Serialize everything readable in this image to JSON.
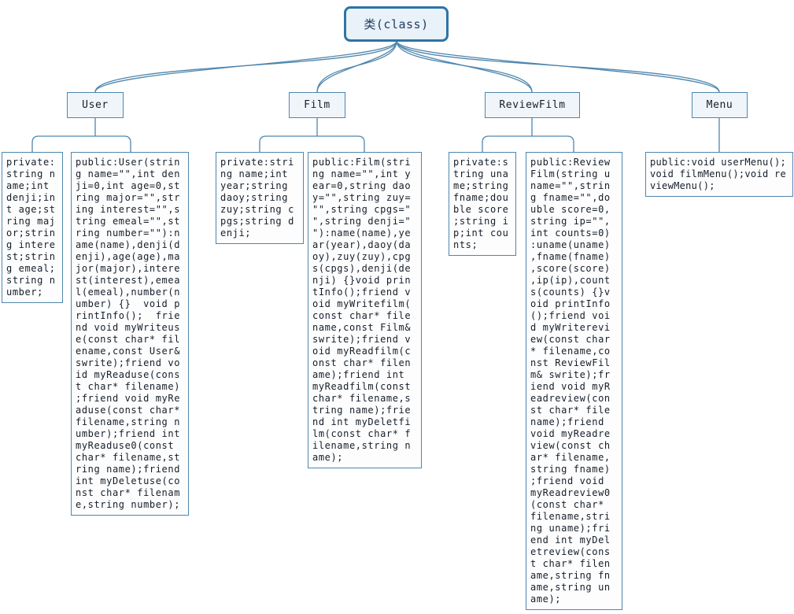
{
  "root": {
    "label": "类(class)"
  },
  "classes": [
    {
      "name": "User",
      "private": "private:\nstring n\name;int\ndenji;in\nt age;st\nring maj\nor;strin\ng intere\nst;strin\ng emeal;\nstring n\number;",
      "public": "public:User(strin\ng name=\"\",int den\nji=0,int age=0,st\nring major=\"\",str\ning interest=\"\",s\ntring emeal=\"\",st\nring number=\"\"):n\name(name),denji(d\nenji),age(age),ma\njor(major),intere\nst(interest),emea\nl(emeal),number(n\number) {}  void p\nrintInfo();  frie\nnd void myWriteus\ne(const char* fil\nename,const User&\nswrite);friend vo\nid myReaduse(cons\nt char* filename)\n;friend void myRe\naduse(const char*\nfilename,string n\number);friend int\nmyReaduse0(const\nchar* filename,st\nring name);friend\nint myDeletuse(co\nnst char* filenam\ne,string number);"
    },
    {
      "name": "Film",
      "private": "private:stri\nng name;int\nyear;string\ndaoy;string\nzuy;string c\npgs;string d\nenji;",
      "public": "public:Film(stri\nng name=\"\",int y\near=0,string dao\ny=\"\",string zuy=\n\"\",string cpgs=\"\n\",string denji=\"\n\"):name(name),ye\nar(year),daoy(da\noy),zuy(zuy),cpg\ns(cpgs),denji(de\nnji) {}void prin\ntInfo();friend v\noid myWritefilm(\nconst char* file\nname,const Film&\nswrite);friend v\noid myReadfilm(c\nonst char* filen\name);friend int\nmyReadfilm(const\nchar* filename,s\ntring name);frie\nnd int myDeletfi\nlm(const char* f\nilename,string n\name);"
    },
    {
      "name": "ReviewFilm",
      "private": "private:s\ntring una\nme;string\nfname;dou\nble score\n;string i\np;int cou\nnts;",
      "public": "public:Review\nFilm(string u\nname=\"\",strin\ng fname=\"\",do\nuble score=0,\nstring ip=\"\",\nint counts=0)\n:uname(uname)\n,fname(fname)\n,score(score)\n,ip(ip),count\ns(counts) {}v\noid printInfo\n();friend voi\nd myWriterevi\new(const char\n* filename,co\nnst ReviewFil\nm& swrite);fr\niend void myR\neadreview(con\nst char* file\nname);friend\nvoid myReadre\nview(const ch\nar* filename,\nstring fname)\n;friend void\nmyReadreview0\n(const char*\nfilename,stri\nng uname);fri\nend int myDel\netreview(cons\nt char* filen\name,string fn\name,string un\name);"
    },
    {
      "name": "Menu",
      "public": "public:void userMenu();\nvoid filmMenu();void re\nviewMenu();"
    }
  ],
  "colors": {
    "connector": "#4f86ad",
    "node_border": "#4f86ad",
    "root_border": "#2c74a6",
    "root_fill": "#e9f1f9",
    "node_fill": "#f0f5fa",
    "leaf_fill": "#fdfdfe",
    "text": "#141e28"
  }
}
